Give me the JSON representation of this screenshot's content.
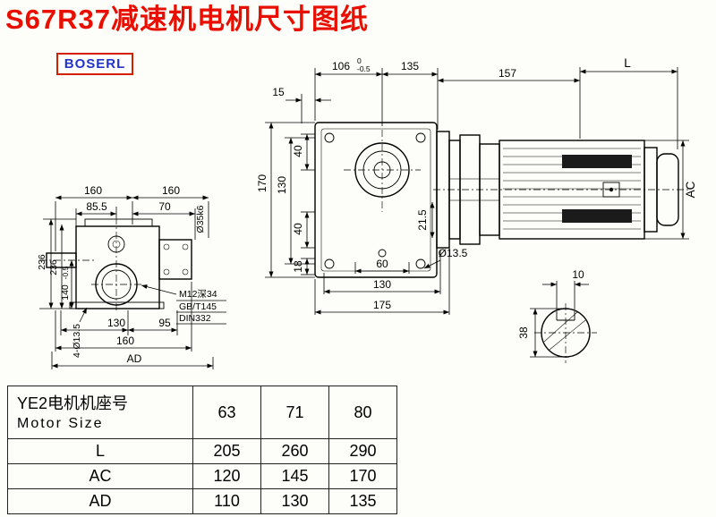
{
  "title": "S67R37减速机电机尺寸图纸",
  "logo": "BOSERL",
  "dims": {
    "top": {
      "d106": "106",
      "tol_up": "0",
      "tol_dn": "-0.5",
      "d135": "135",
      "d157": "157",
      "L": "L",
      "d15": "15"
    },
    "left": {
      "d170": "170",
      "d130": "130",
      "d40a": "40",
      "d40b": "40",
      "d18": "18"
    },
    "bottom": {
      "d60": "60",
      "d130": "130",
      "d175": "175"
    },
    "misc": {
      "dia13_5": "Ø13.5",
      "d21_5": "21.5",
      "AC": "AC"
    },
    "side": {
      "d160a": "160",
      "d160b": "160",
      "d85_5": "85.5",
      "d70": "70",
      "dia35k6": "Ø35k6",
      "d236a": "236",
      "d236b": "236",
      "d140": "140",
      "d140tol": "-0.5",
      "d130": "130",
      "d95": "95",
      "d160c": "160",
      "AD": "AD",
      "holes": "4-Ø13.5",
      "note1": "M12深34",
      "note2": "GB/T145",
      "note3": "DIN332"
    },
    "shaft": {
      "d10": "10",
      "d38": "38"
    }
  },
  "table": {
    "header_cn": "YE2电机机座号",
    "header_en": "Motor Size",
    "sizes": [
      "63",
      "71",
      "80"
    ],
    "rows": [
      {
        "label": "L",
        "values": [
          "205",
          "260",
          "290"
        ]
      },
      {
        "label": "AC",
        "values": [
          "120",
          "145",
          "170"
        ]
      },
      {
        "label": "AD",
        "values": [
          "110",
          "130",
          "135"
        ]
      }
    ]
  }
}
